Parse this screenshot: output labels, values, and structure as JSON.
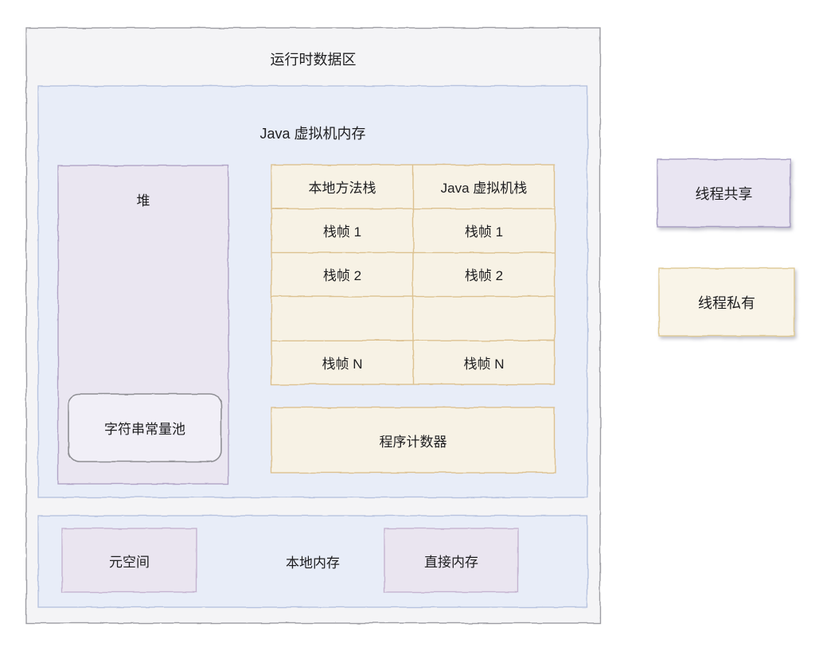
{
  "colors": {
    "page-bg": "#ffffff",
    "text": "#1e1e20",
    "outer-fill": "#f4f4f6",
    "outer-border": "#9d9da3",
    "blue-fill": "#e8edf8",
    "blue-border": "#b7c3df",
    "heap-fill": "#eae6f1",
    "heap-border": "#b1a4c6",
    "purple-fill": "#eae5f0",
    "purple-border": "#c5b4d0",
    "cream-fill": "#f7f2e5",
    "cream-border": "#dcc190",
    "pool-fill": "#f1eff7",
    "pool-border": "#8f8f94",
    "legend-purple-fill": "#e9e5f2",
    "legend-purple-border": "#a79ec2",
    "legend-cream-fill": "#f9f4e8",
    "legend-cream-border": "#dfca95"
  },
  "runtime_area": {
    "title": "运行时数据区"
  },
  "jvm_memory": {
    "title": "Java 虚拟机内存"
  },
  "heap": {
    "title": "堆",
    "string_pool_label": "字符串常量池"
  },
  "stacks": {
    "headers": [
      "本地方法栈",
      "Java 虚拟机栈"
    ],
    "rows": [
      [
        "栈帧 1",
        "栈帧 1"
      ],
      [
        "栈帧 2",
        "栈帧 2"
      ],
      [
        "",
        ""
      ],
      [
        "栈帧 N",
        "栈帧 N"
      ]
    ]
  },
  "program_counter": {
    "label": "程序计数器"
  },
  "native_memory": {
    "label": "本地内存",
    "metaspace_label": "元空间",
    "direct_memory_label": "直接内存"
  },
  "legend": {
    "thread_shared": "线程共享",
    "thread_private": "线程私有"
  }
}
